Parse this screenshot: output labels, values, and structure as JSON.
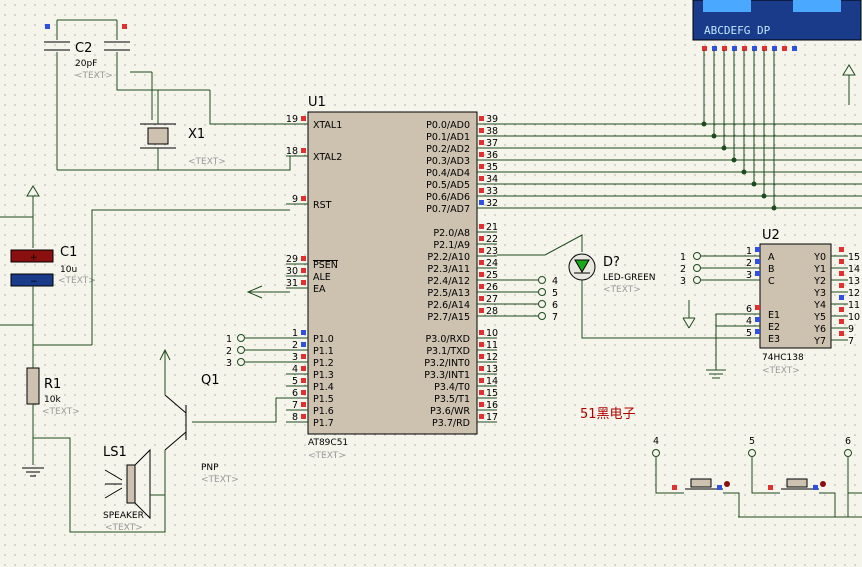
{
  "colors": {
    "background": "#f5f5eb",
    "wire": "#1f4a1f",
    "chip_fill": "#cdc2b0",
    "pin_red": "#e03030",
    "pin_blue": "#3050e0",
    "display": "#1a3a8a"
  },
  "u1": {
    "ref": "U1",
    "part": "AT89C51",
    "text": "<TEXT>",
    "left_pins": [
      {
        "num": "19",
        "name": "XTAL1"
      },
      {
        "num": "18",
        "name": "XTAL2"
      },
      {
        "num": "9",
        "name": "RST"
      },
      {
        "num": "29",
        "name": "PSEN"
      },
      {
        "num": "30",
        "name": "ALE"
      },
      {
        "num": "31",
        "name": "EA"
      },
      {
        "num": "1",
        "name": "P1.0"
      },
      {
        "num": "2",
        "name": "P1.1"
      },
      {
        "num": "3",
        "name": "P1.2"
      },
      {
        "num": "4",
        "name": "P1.3"
      },
      {
        "num": "5",
        "name": "P1.4"
      },
      {
        "num": "6",
        "name": "P1.5"
      },
      {
        "num": "7",
        "name": "P1.6"
      },
      {
        "num": "8",
        "name": "P1.7"
      }
    ],
    "right_pins": [
      {
        "num": "39",
        "name": "P0.0/AD0"
      },
      {
        "num": "38",
        "name": "P0.1/AD1"
      },
      {
        "num": "37",
        "name": "P0.2/AD2"
      },
      {
        "num": "36",
        "name": "P0.3/AD3"
      },
      {
        "num": "35",
        "name": "P0.4/AD4"
      },
      {
        "num": "34",
        "name": "P0.5/AD5"
      },
      {
        "num": "33",
        "name": "P0.6/AD6"
      },
      {
        "num": "32",
        "name": "P0.7/AD7"
      },
      {
        "num": "21",
        "name": "P2.0/A8"
      },
      {
        "num": "22",
        "name": "P2.1/A9"
      },
      {
        "num": "23",
        "name": "P2.2/A10"
      },
      {
        "num": "24",
        "name": "P2.3/A11"
      },
      {
        "num": "25",
        "name": "P2.4/A12"
      },
      {
        "num": "26",
        "name": "P2.5/A13"
      },
      {
        "num": "27",
        "name": "P2.6/A14"
      },
      {
        "num": "28",
        "name": "P2.7/A15"
      },
      {
        "num": "10",
        "name": "P3.0/RXD"
      },
      {
        "num": "11",
        "name": "P3.1/TXD"
      },
      {
        "num": "12",
        "name": "P3.2/INT0"
      },
      {
        "num": "13",
        "name": "P3.3/INT1"
      },
      {
        "num": "14",
        "name": "P3.4/T0"
      },
      {
        "num": "15",
        "name": "P3.5/T1"
      },
      {
        "num": "16",
        "name": "P3.6/WR"
      },
      {
        "num": "17",
        "name": "P3.7/RD"
      }
    ]
  },
  "u2": {
    "ref": "U2",
    "part": "74HC138",
    "text": "<TEXT>",
    "left_pins": [
      {
        "num": "1",
        "name": "A"
      },
      {
        "num": "2",
        "name": "B"
      },
      {
        "num": "3",
        "name": "C"
      },
      {
        "num": "6",
        "name": "E1"
      },
      {
        "num": "4",
        "name": "E2"
      },
      {
        "num": "5",
        "name": "E3"
      }
    ],
    "right_pins": [
      {
        "num": "15",
        "name": "Y0"
      },
      {
        "num": "14",
        "name": "Y1"
      },
      {
        "num": "13",
        "name": "Y2"
      },
      {
        "num": "12",
        "name": "Y3"
      },
      {
        "num": "11",
        "name": "Y4"
      },
      {
        "num": "10",
        "name": "Y5"
      },
      {
        "num": "9",
        "name": "Y6"
      },
      {
        "num": "7",
        "name": "Y7"
      }
    ]
  },
  "c2": {
    "ref": "C2",
    "value": "20pF",
    "text": "<TEXT>"
  },
  "x1": {
    "ref": "X1",
    "text": "<TEXT>"
  },
  "c1": {
    "ref": "C1",
    "value": "10u",
    "text": "<TEXT>"
  },
  "r1": {
    "ref": "R1",
    "value": "10k",
    "text": "<TEXT>"
  },
  "q1": {
    "ref": "Q1",
    "type": "PNP",
    "text": "<TEXT>"
  },
  "ls1": {
    "ref": "LS1",
    "type": "SPEAKER",
    "text": "<TEXT>"
  },
  "d": {
    "ref": "D?",
    "type": "LED-GREEN",
    "text": "<TEXT>"
  },
  "display": {
    "segments": "ABCDEFG DP"
  },
  "brand": "51黑电子",
  "u1_p1_terminals": [
    "1",
    "2",
    "3"
  ],
  "u1_p2_terminals": [
    "4",
    "5",
    "6",
    "7"
  ],
  "u2_terminals": [
    "1",
    "2",
    "3"
  ],
  "button_terminals": [
    "4",
    "5",
    "6"
  ]
}
